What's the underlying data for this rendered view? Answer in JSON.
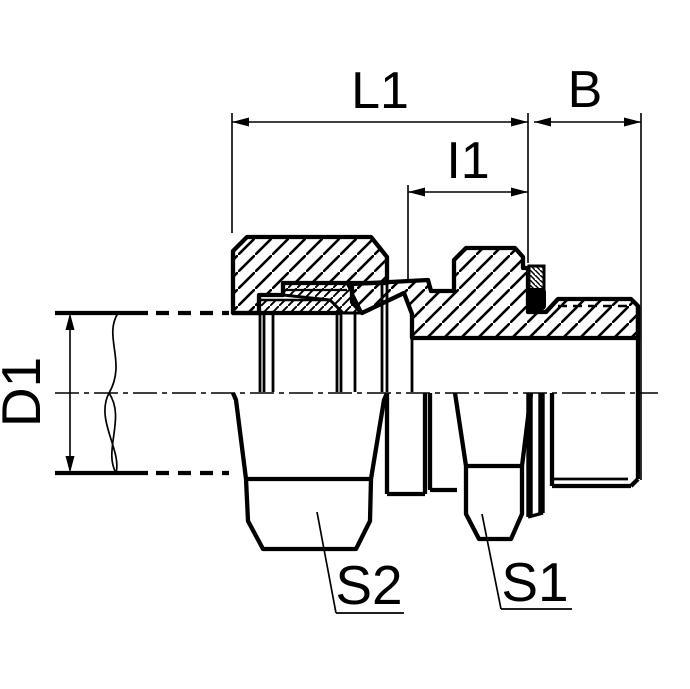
{
  "page": {
    "background": "#ffffff"
  },
  "drawing": {
    "kind": "technical-drawing-fitting-cross-section",
    "line_color": "#000000",
    "labels": {
      "l1": "L1",
      "b": "B",
      "i1": "I1",
      "d1": "D1",
      "s2": "S2",
      "s1": "S1"
    }
  }
}
